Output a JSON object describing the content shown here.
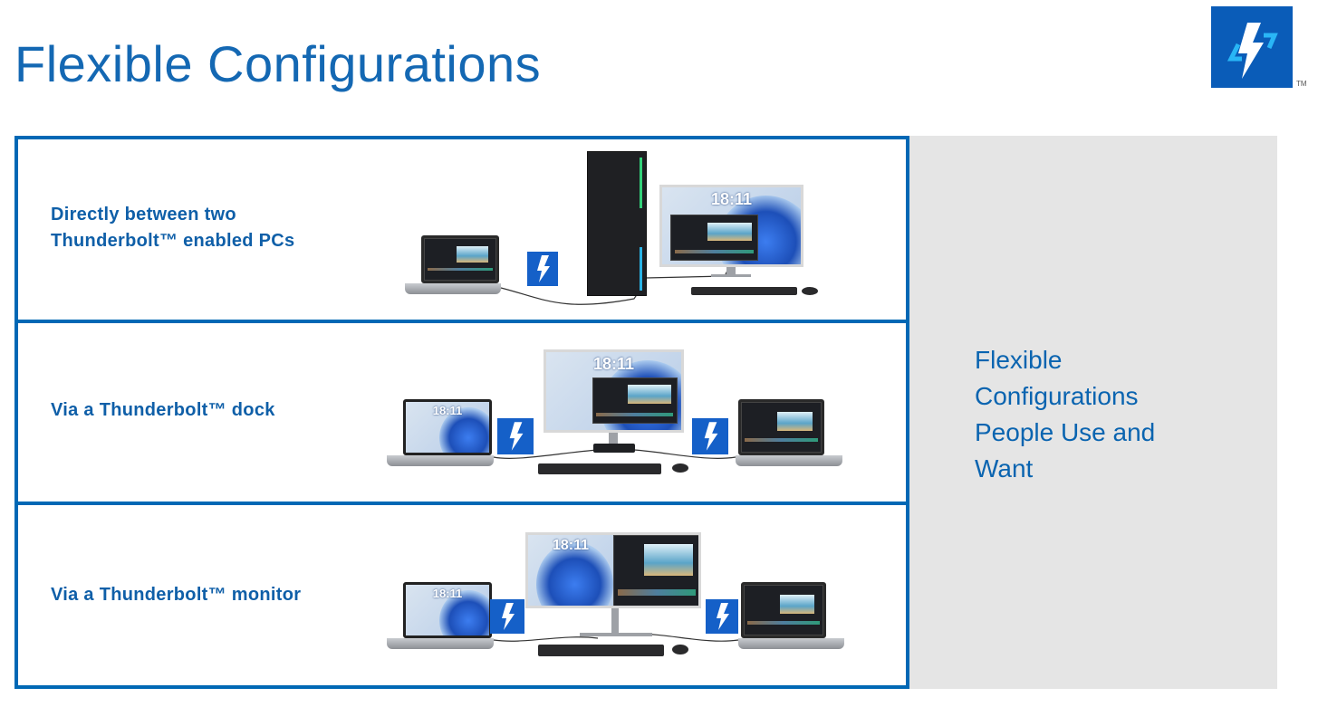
{
  "slide": {
    "title": "Flexible Configurations",
    "logo_trademark": "TM",
    "side_panel_text": [
      "Flexible",
      "Configurations",
      "People Use and",
      "Want"
    ],
    "rows": [
      {
        "label_lines": [
          "Directly between two",
          "Thunderbolt™  enabled PCs"
        ]
      },
      {
        "label_lines": [
          "Via a Thunderbolt™  dock"
        ]
      },
      {
        "label_lines": [
          "Via a Thunderbolt™  monitor"
        ]
      }
    ],
    "screen_clock": "18:11"
  },
  "colors": {
    "brand_blue": "#0068b5",
    "panel_grey": "#e5e5e5",
    "logo_blue": "#0a5cb8",
    "logo_accent": "#29b6f6"
  }
}
